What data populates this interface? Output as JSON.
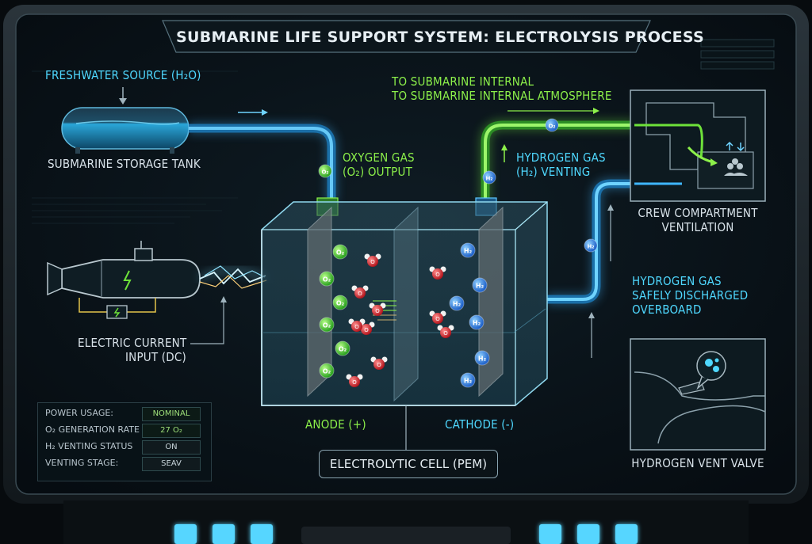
{
  "title": "SUBMARINE LIFE SUPPORT SYSTEM: ELECTROLYSIS PROCESS",
  "labels": {
    "freshwater_source": "FRESHWATER SOURCE (H₂O)",
    "storage_tank": "SUBMARINE STORAGE TANK",
    "to_internal_1": "TO SUBMARINE INTERNAL",
    "to_internal_2": "TO SUBMARINE INTERNAL ATMOSPHERE",
    "oxygen_output_1": "OXYGEN GAS",
    "oxygen_output_2": "(O₂) OUTPUT",
    "hydrogen_venting_1": "HYDROGEN GAS",
    "hydrogen_venting_2": "(H₂) VENTING",
    "crew_1": "CREW COMPARTMENT",
    "crew_2": "VENTILATION",
    "discharge_1": "HYDROGEN GAS",
    "discharge_2": "SAFELY DISCHARGED",
    "discharge_3": "OVERBOARD",
    "electric_1": "ELECTRIC CURRENT",
    "electric_2": "INPUT (DC)",
    "anode": "ANODE (+)",
    "cathode": "CATHODE (-)",
    "cell": "ELECTROLYTIC CELL (PEM)",
    "vent_valve": "HYDROGEN VENT VALVE"
  },
  "molecules": {
    "o2": "O₂",
    "h2": "H₂",
    "o": "O"
  },
  "status_panel": [
    {
      "key": "POWER USAGE:",
      "value": "NOMINAL"
    },
    {
      "key": "O₂ GENERATION RATE",
      "value": "27 O₂"
    },
    {
      "key": "H₂ VENTING STATUS",
      "value": "ON"
    },
    {
      "key": "VENTING STAGE:",
      "value": "SEAV"
    }
  ],
  "colors": {
    "water_pipe": "#3fb6ff",
    "oxygen_pipe": "#6ee23a",
    "cyan_text": "#4fd8ff",
    "green_text": "#8cf04a",
    "oxygen_molecule": "#3fcf2a",
    "hydrogen_molecule": "#1f7be0",
    "water_molecule": "#d8202a"
  }
}
